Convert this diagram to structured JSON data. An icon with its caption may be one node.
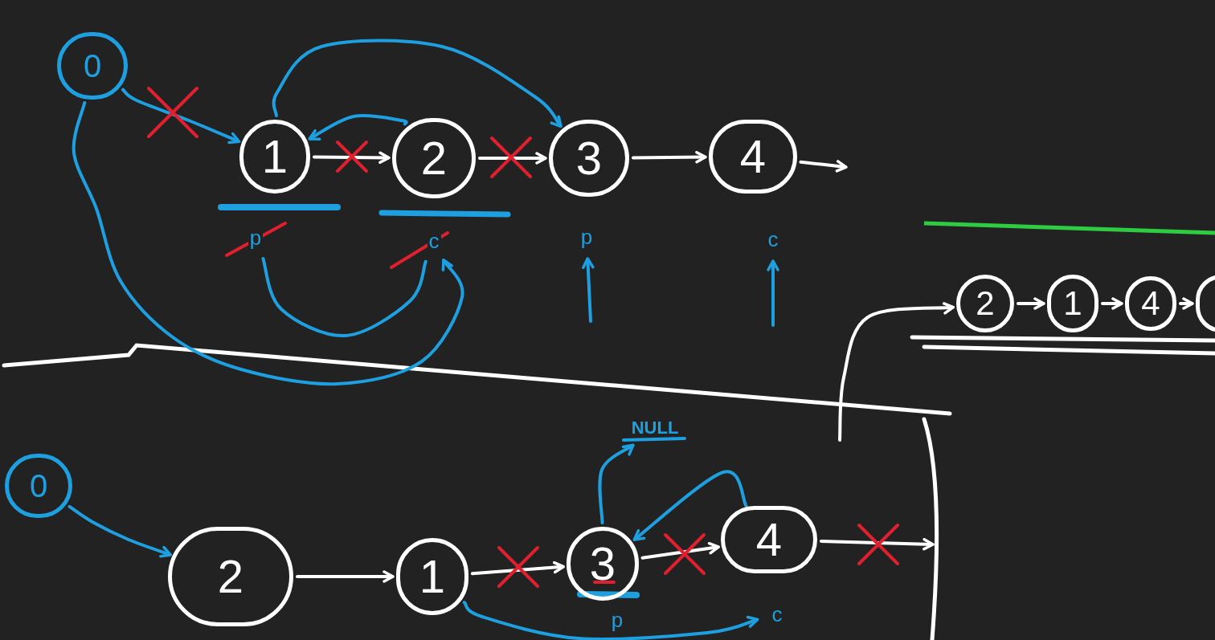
{
  "diagram": {
    "nodes": [
      {
        "text": [
          "0"
        ]
      },
      {
        "text": [
          "1"
        ]
      },
      {
        "text": [
          "2"
        ]
      },
      {
        "text": [
          "3"
        ]
      },
      {
        "text": [
          "4"
        ]
      },
      {
        "text": [
          "p"
        ]
      },
      {
        "text": [
          "c"
        ]
      },
      {
        "text": [
          "p"
        ]
      },
      {
        "text": [
          "c"
        ]
      },
      {
        "text": [
          "2"
        ]
      },
      {
        "text": [
          "1"
        ]
      },
      {
        "text": [
          "4"
        ]
      },
      {
        "text": [],
        "shape": "circle"
      },
      {
        "text": [
          "0"
        ]
      },
      {
        "text": [
          "2"
        ]
      },
      {
        "text": [
          "1"
        ]
      },
      {
        "text": [
          "3"
        ]
      },
      {
        "text": [
          "4"
        ]
      },
      {
        "text": [
          "NULL"
        ]
      },
      {
        "text": [
          "p"
        ]
      },
      {
        "text": [
          "c"
        ]
      }
    ],
    "edges": [
      {
        "from": 0,
        "to": 1,
        "arrow": "to",
        "color": "#1ea0e0"
      },
      {
        "from": 1,
        "to": 2,
        "arrow": "to"
      },
      {
        "from": 2,
        "to": 3,
        "arrow": "to"
      },
      {
        "from": 3,
        "to": 4,
        "arrow": "to"
      },
      {
        "from": 4,
        "to": null,
        "arrow": "to"
      },
      {
        "from": 1,
        "to": 3,
        "arrow": "to",
        "color": "#1ea0e0"
      },
      {
        "from": 2,
        "to": 1,
        "arrow": "to",
        "color": "#1ea0e0"
      },
      {
        "from": 0,
        "to": 6,
        "arrow": "to",
        "color": "#1ea0e0"
      },
      {
        "from": 5,
        "to": 6,
        "arrow": "none",
        "color": "#1ea0e0"
      },
      {
        "from": null,
        "to": 7,
        "arrow": "to",
        "color": "#1ea0e0"
      },
      {
        "from": null,
        "to": 8,
        "arrow": "to",
        "color": "#1ea0e0"
      },
      {
        "from": 9,
        "to": 10,
        "arrow": "to"
      },
      {
        "from": 10,
        "to": 11,
        "arrow": "to"
      },
      {
        "from": 11,
        "to": 12,
        "arrow": "to"
      },
      {
        "from": null,
        "to": 9,
        "arrow": "to"
      },
      {
        "from": 13,
        "to": 14,
        "arrow": "to",
        "color": "#1ea0e0"
      },
      {
        "from": 14,
        "to": 15,
        "arrow": "to"
      },
      {
        "from": 15,
        "to": 16,
        "arrow": "to"
      },
      {
        "from": 16,
        "to": 17,
        "arrow": "to"
      },
      {
        "from": 17,
        "to": null,
        "arrow": "to"
      },
      {
        "from": 17,
        "to": 16,
        "arrow": "to",
        "color": "#1ea0e0"
      },
      {
        "from": 16,
        "to": 18,
        "arrow": "to",
        "color": "#1ea0e0"
      },
      {
        "from": 15,
        "to": 20,
        "arrow": "to",
        "color": "#1ea0e0"
      }
    ]
  }
}
